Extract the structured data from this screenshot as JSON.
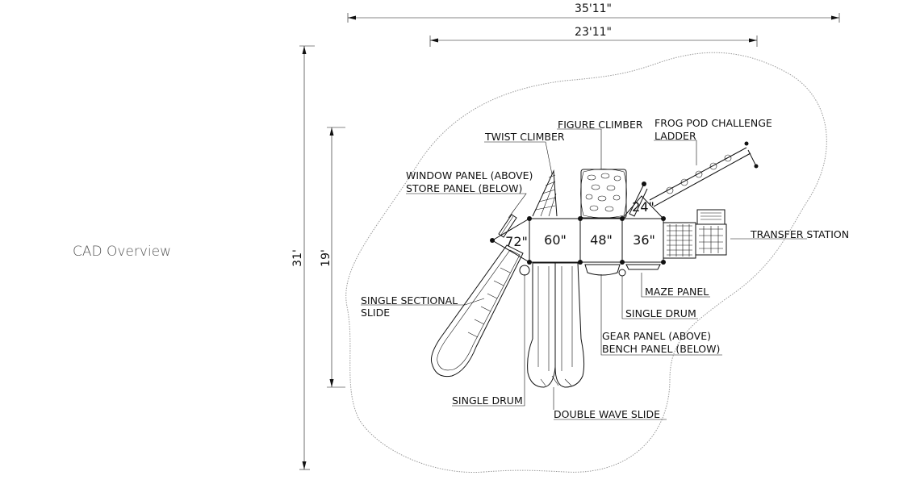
{
  "title": "CAD Overview",
  "dimensions": {
    "overall_width": "35'11\"",
    "structure_width": "23'11\"",
    "overall_depth": "31'",
    "structure_depth": "19'"
  },
  "decks": {
    "d72": "72\"",
    "d60": "60\"",
    "d48": "48\"",
    "d36": "36\"",
    "d24": "24\""
  },
  "labels": {
    "figure_climber": "FIGURE CLIMBER",
    "frog_pod_1": "FROG POD CHALLENGE",
    "frog_pod_2": "LADDER",
    "twist_climber": "TWIST CLIMBER",
    "window_panel": "WINDOW PANEL (ABOVE)",
    "store_panel": "STORE PANEL (BELOW)",
    "transfer_station": "TRANSFER STATION",
    "single_sectional_1": "SINGLE SECTIONAL",
    "single_sectional_2": "SLIDE",
    "maze_panel": "MAZE PANEL",
    "single_drum_right": "SINGLE DRUM",
    "gear_panel": "GEAR PANEL (ABOVE)",
    "bench_panel": "BENCH PANEL (BELOW)",
    "single_drum_left": "SINGLE DRUM",
    "double_wave_slide": "DOUBLE WAVE SLIDE"
  }
}
